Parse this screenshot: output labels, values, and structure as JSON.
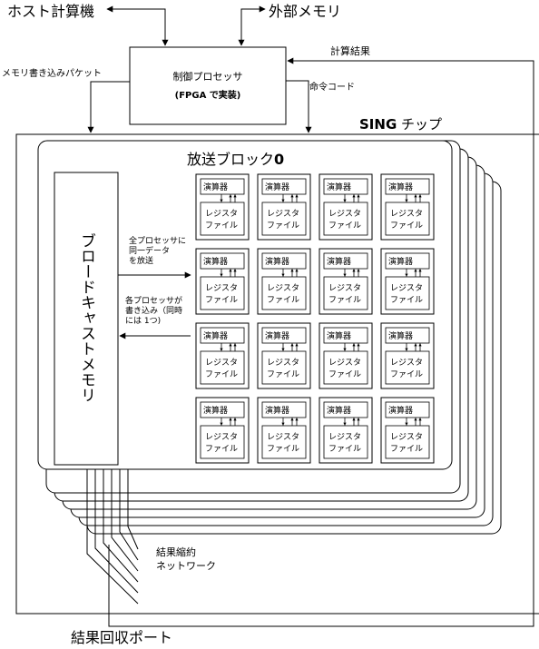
{
  "labels": {
    "host": "ホスト計算機",
    "external_memory": "外部メモリ",
    "controller_line1": "制御プロセッサ",
    "controller_line2": "(FPGA で実装)",
    "calc_result": "計算結果",
    "memory_write_packet": "メモリ書き込みパケット",
    "instruction_code": "命令コード",
    "chip_title_bold": "SING",
    "chip_title_rest": " チップ",
    "broadcast_block": "放送ブロック",
    "broadcast_block_num": "0",
    "broadcast_memory": "ブロードキャストメモリ",
    "broadcast_note": [
      "全プロセッサに",
      "同一データ",
      "を放送"
    ],
    "write_note": [
      "各プロセッサが",
      "書き込み（同時",
      "には 1つ)"
    ],
    "reduction_network": [
      "結果縮約",
      "ネットワーク"
    ],
    "result_port": "結果回収ポート"
  },
  "processor": {
    "alu": "演算器",
    "regfile": [
      "レジスタ",
      "ファイル"
    ]
  },
  "grid": {
    "rows": 4,
    "cols": 4
  },
  "colors": {
    "stroke": "#000000",
    "background": "#ffffff"
  }
}
